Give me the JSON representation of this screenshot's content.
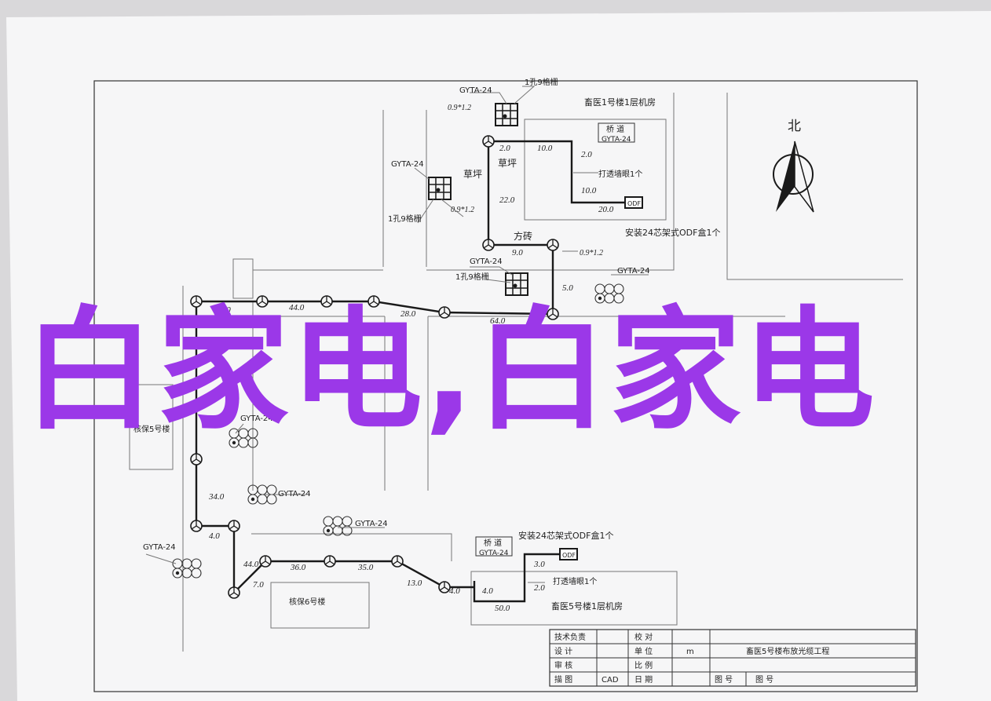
{
  "compass": {
    "label": "北"
  },
  "buildings": {
    "top_house": "畜医1号楼1层机房",
    "bottom_house": "畜医5号楼1层机房",
    "building5": "核保5号楼",
    "building6": "核保6号楼"
  },
  "areas": {
    "grass_left": "草坪",
    "grass_right": "草坪",
    "brick": "方砖"
  },
  "ducts": {
    "gyta_top": "GYTA-24",
    "grid_top": "1孔9格栅",
    "spec_top": "0.9*1.2",
    "gyta_left": "GYTA-24",
    "grid_left": "1孔9格栅",
    "spec_left": "0.9*1.2",
    "gyta_mid": "GYTA-24",
    "grid_mid": "1孔9格栅",
    "spec_mid": "0.9*1.2",
    "gyta_right": "GYTA-24",
    "gyta_b5": "GYTA-24",
    "gyta_a": "GYTA-24",
    "gyta_b": "GYTA-24",
    "gyta_c": "GYTA-24"
  },
  "odf_top": {
    "channel": "桥 道",
    "cable": "GYTA-24",
    "wall": "打透墙眼1个",
    "odf": "ODF",
    "install": "安装24芯架式ODF盒1个"
  },
  "odf_bottom": {
    "channel": "桥 道",
    "cable": "GYTA-24",
    "wall": "打透墙眼1个",
    "odf": "ODF",
    "install": "安装24芯架式ODF盒1个"
  },
  "distances": {
    "d_2_0a": "2.0",
    "d_10_0a": "10.0",
    "d_2_0b": "2.0",
    "d_10_0b": "10.0",
    "d_20_0": "20.0",
    "d_22_0": "22.0",
    "d_9_0": "9.0",
    "d_5_0": "5.0",
    "d_6_0": "6.0",
    "d_44_0a": "44.0",
    "d_28_0": "28.0",
    "d_64_0": "64.0",
    "d_34_0": "34.0",
    "d_4_0a": "4.0",
    "d_44_0b": "44.0",
    "d_7_0": "7.0",
    "d_36_0": "36.0",
    "d_35_0": "35.0",
    "d_13_0": "13.0",
    "d_4_0b": "4.0",
    "d_4_0c": "4.0",
    "d_50_0": "50.0",
    "d_3_0": "3.0",
    "d_2_0c": "2.0"
  },
  "title_block": {
    "tech_lead": "技术负责",
    "design": "设 计",
    "review": "审 核",
    "draw": "描 图",
    "draw_val": "CAD",
    "check": "校 对",
    "unit": "单 位",
    "unit_val": "m",
    "scale": "比 例",
    "date": "日 期",
    "project": "畜医5号楼布放光缆工程",
    "drawing_no": "图 号",
    "drawing_no2": "图 号"
  },
  "watermark": {
    "text": "白家电,白家电"
  }
}
